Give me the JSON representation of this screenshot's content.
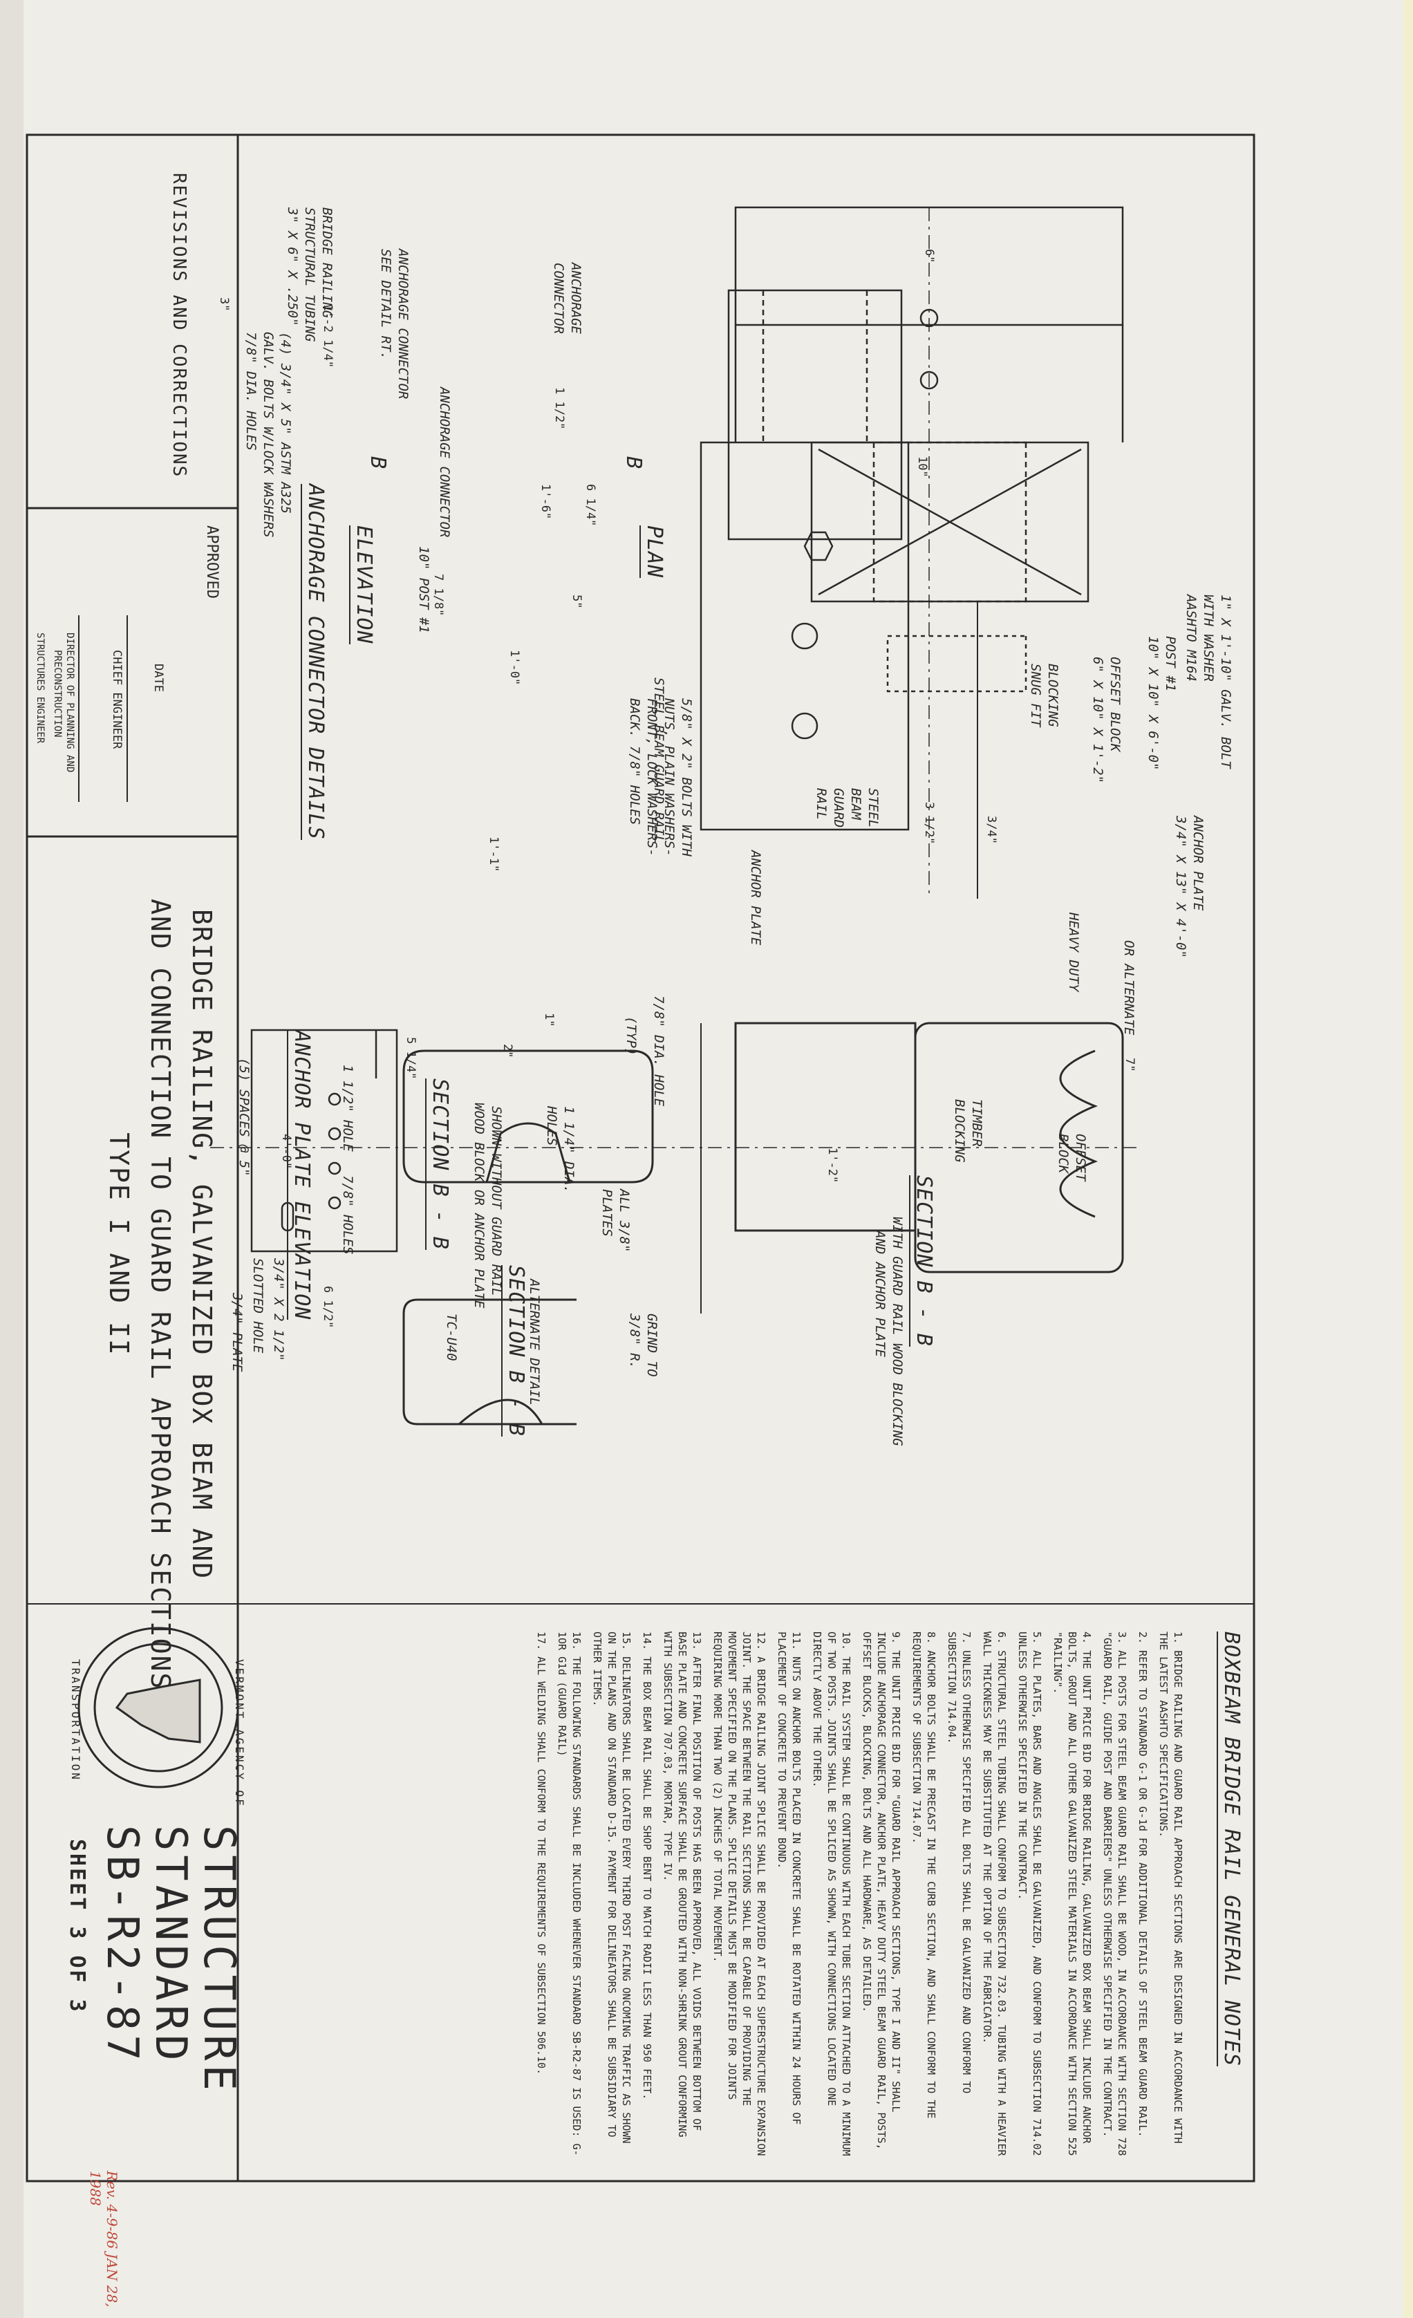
{
  "general_notes": {
    "title": "BOXBEAM BRIDGE RAIL GENERAL NOTES",
    "items": [
      "1. BRIDGE RAILING AND GUARD RAIL APPROACH SECTIONS ARE DESIGNED IN ACCORDANCE WITH THE LATEST AASHTO SPECIFICATIONS.",
      "2. REFER TO STANDARD G-1 OR G-1d FOR ADDITIONAL DETAILS OF STEEL BEAM GUARD RAIL.",
      "3. ALL POSTS FOR STEEL BEAM GUARD RAIL SHALL BE WOOD, IN ACCORDANCE WITH SECTION 728 \"GUARD RAIL, GUIDE POST AND BARRIERS\" UNLESS OTHERWISE SPECIFIED IN THE CONTRACT.",
      "4. THE UNIT PRICE BID FOR BRIDGE RAILING, GALVANIZED BOX BEAM SHALL INCLUDE ANCHOR BOLTS, GROUT AND ALL OTHER GALVANIZED STEEL MATERIALS IN ACCORDANCE WITH SECTION 525 \"RAILING\".",
      "5. ALL PLATES, BARS AND ANGLES SHALL BE GALVANIZED, AND CONFORM TO SUBSECTION 714.02 UNLESS OTHERWISE SPECIFIED IN THE CONTRACT.",
      "6. STRUCTURAL STEEL TUBING SHALL CONFORM TO SUBSECTION 732.03. TUBING WITH A HEAVIER WALL THICKNESS MAY BE SUBSTITUTED AT THE OPTION OF THE FABRICATOR.",
      "7. UNLESS OTHERWISE SPECIFIED ALL BOLTS SHALL BE GALVANIZED AND CONFORM TO SUBSECTION 714.04.",
      "8. ANCHOR BOLTS SHALL BE PRECAST IN THE CURB SECTION, AND SHALL CONFORM TO THE REQUIREMENTS OF SUBSECTION 714.07.",
      "9. THE UNIT PRICE BID FOR \"GUARD RAIL APPROACH SECTIONS, TYPE I AND II\" SHALL INCLUDE ANCHORAGE CONNECTOR, ANCHOR PLATE, HEAVY DUTY STEEL BEAM GUARD RAIL, POSTS, OFFSET BLOCKS, BLOCKING, BOLTS AND ALL HARDWARE, AS DETAILED.",
      "10. THE RAIL SYSTEM SHALL BE CONTINUOUS WITH EACH TUBE SECTION ATTACHED TO A MINIMUM OF TWO POSTS. JOINTS SHALL BE SPLICED AS SHOWN, WITH CONNECTIONS LOCATED ONE DIRECTLY ABOVE THE OTHER.",
      "11. NUTS ON ANCHOR BOLTS PLACED IN CONCRETE SHALL BE ROTATED WITHIN 24 HOURS OF PLACEMENT OF CONCRETE TO PREVENT BOND.",
      "12. A BRIDGE RAILING JOINT SPLICE SHALL BE PROVIDED AT EACH SUPERSTRUCTURE EXPANSION JOINT. THE SPACE BETWEEN THE RAIL SECTIONS SHALL BE CAPABLE OF PROVIDING THE MOVEMENT SPECIFIED ON THE PLANS. SPLICE DETAILS MUST BE MODIFIED FOR JOINTS REQUIRING MORE THAN TWO (2) INCHES OF TOTAL MOVEMENT.",
      "13. AFTER FINAL POSITION OF POSTS HAS BEEN APPROVED, ALL VOIDS BETWEEN BOTTOM OF BASE PLATE AND CONCRETE SURFACE SHALL BE GROUTED WITH NON-SHRINK GROUT CONFORMING WITH SUBSECTION 707.03, MORTAR, TYPE IV.",
      "14. THE BOX BEAM RAIL SHALL BE SHOP BENT TO MATCH RADII LESS THAN 950 FEET.",
      "15. DELINEATORS SHALL BE LOCATED EVERY THIRD POST FACING ONCOMING TRAFFIC AS SHOWN ON THE PLANS AND ON STANDARD D-15. PAYMENT FOR DELINEATORS SHALL BE SUBSIDIARY TO OTHER ITEMS.",
      "16. THE FOLLOWING STANDARDS SHALL BE INCLUDED WHENEVER STANDARD SB-R2-87 IS USED: G-1OR G1d (GUARD RAIL)",
      "17. ALL WELDING SHALL CONFORM TO THE REQUIREMENTS OF SUBSECTION 506.10."
    ]
  },
  "title_block": {
    "revisions": "REVISIONS AND CORRECTIONS",
    "approved": "APPROVED",
    "date": "DATE",
    "chief_engineer": "CHIEF ENGINEER",
    "director_line1": "DIRECTOR OF PLANNING AND",
    "director_line2": "PRECONSTRUCTION",
    "structures_engineer": "STRUCTURES ENGINEER",
    "title_line1": "BRIDGE RAILING, GALVANIZED BOX BEAM AND",
    "title_line2": "AND CONNECTION TO GUARD RAIL APPROACH SECTIONS",
    "title_line3": "TYPE I AND II",
    "seal_top": "VERMONT AGENCY OF",
    "seal_bottom": "TRANSPORTATION",
    "standard_line1": "STRUCTURE",
    "standard_line2": "STANDARD",
    "standard_number": "SB-R2-87",
    "sheet": "SHEET 3 OF 3",
    "handwritten": "Rev. 4-9-86 JAN 28, 1988"
  },
  "drawings": {
    "plan_title": "PLAN",
    "elevation_title": "ELEVATION",
    "anchorage_title": "ANCHORAGE CONNECTOR DETAILS",
    "anchor_plate_title": "ANCHOR PLATE ELEVATION",
    "section_bb": "SECTION B - B",
    "section_bb_sub1": "WITH GUARD RAIL WOOD BLOCKING",
    "section_bb_sub2": "AND ANCHOR PLATE",
    "section_bb2_sub1": "SHOWN WITHOUT GUARD RAIL",
    "section_bb2_sub2": "WOOD BLOCK OR ANCHOR PLATE",
    "section_bb3_sub": "ALTERNATE DETAIL",
    "section_marker": "B",
    "labels": {
      "bridge_railing": "BRIDGE RAILING",
      "structural_tubing": "STRUCTURAL TUBING",
      "tubing_size": "3\" X 6\" X .250\"",
      "anchorage_connector_see": "ANCHORAGE CONNECTOR",
      "see_detail": "SEE DETAIL RT.",
      "anchorage_connector": "ANCHORAGE",
      "connector": "CONNECTOR",
      "galv_bolts": "(4) 3/4\" X 5\" ASTM A325",
      "galv_bolts2": "GALV. BOLTS W/LOCK WASHERS",
      "dia_holes": "7/8\" DIA. HOLES",
      "anchorage_connector_full": "ANCHORAGE CONNECTOR",
      "post1": "POST #1",
      "post1_size": "10\" X 10\" X 6'-0\"",
      "post_label": "10\" POST #1",
      "offset_block": "OFFSET BLOCK",
      "offset_size": "6\" X 10\" X 1'-2\"",
      "blocking": "BLOCKING",
      "snug_fit": "SNUG FIT",
      "bolt_top": "1\" X 1'-10\" GALV. BOLT",
      "with_washer": "WITH WASHER",
      "aashto": "AASHTO M164",
      "anchor_plate_label": "ANCHOR PLATE",
      "anchor_plate_size": "3/4\" X 13\" X 4'-0\"",
      "steel": "STEEL",
      "beam": "BEAM",
      "guard": "GUARD",
      "rail": "RAIL",
      "steel_beam_guard_rail": "STEEL BEAM GUARD RAIL",
      "bolts_with": "5/8\" X 2\" BOLTS WITH",
      "nuts_washers": "NUTS, PLAIN WASHERS-",
      "front_lock": "FRONT, LOCK WASHERS-",
      "back_holes": "BACK. 7/8\" HOLES",
      "anchor_plate_dim": "ANCHOR PLATE",
      "heavy_duty": "HEAVY DUTY",
      "anchorage_or_alt": "OR ALTERNATE",
      "timber_blocking": "TIMBER",
      "timber_blocking2": "BLOCKING",
      "offset": "OFFSET",
      "block": "BLOCK",
      "dia_hole": "7/8\" DIA. HOLE",
      "typ": "(TYP)",
      "all_plates": "ALL 3/8\"",
      "plates": "PLATES",
      "grind_to": "GRIND TO",
      "radius": "3/8\" R.",
      "tc_u40": "TC-U40",
      "dia_holes_2": "1 1/4\" DIA.",
      "holes": "HOLES",
      "slotted_hole": "SLOTTED HOLE",
      "plate_label": "3/4\" PLATE",
      "spaces": "(5) SPACES @ 5\"",
      "hole_half": "1 1/2\" HOLE",
      "holes_78": "7/8\" HOLES",
      "slot_size": "3/4\" X 2 1/2\""
    },
    "dims": {
      "d_1_2_1_4": "1'-2 1/4\"",
      "d_3": "3\"",
      "d_6": "6\"",
      "d_10": "10\"",
      "d_1_6": "1'-6\"",
      "d_6_1_4": "6 1/4\"",
      "d_5": "5\"",
      "d_3_1_2": "3 1/2\"",
      "d_3_4": "3/4\"",
      "d_1_1_2": "1 1/2\"",
      "d_7_1_8": "7 1/8\"",
      "d_1_0": "1'-0\"",
      "d_1_1": "1'-1\"",
      "d_7": "7\"",
      "d_1_2": "1'-2\"",
      "d_4_0": "4'-0\"",
      "d_6_1_2": "6 1/2\"",
      "d_5_1_4": "5 1/4\"",
      "d_1": "1\"",
      "d_2": "2\""
    }
  }
}
